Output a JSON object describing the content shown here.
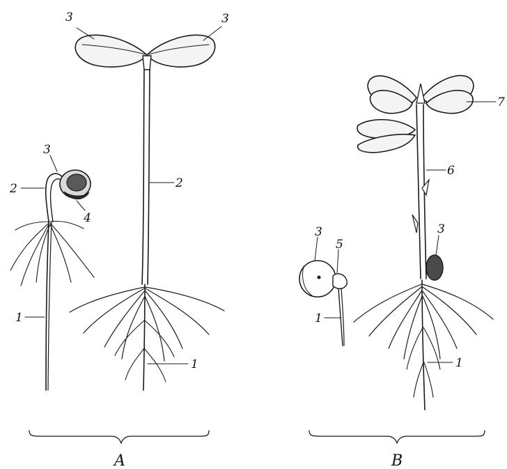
{
  "panels": [
    {
      "caption": "A",
      "labels": {
        "root_young": "1",
        "hypocotyl_young": "2",
        "cotyledon_young": "3",
        "seed_coat": "4",
        "cotyledon_left": "3",
        "cotyledon_right": "3",
        "hypocotyl": "2",
        "root": "1"
      }
    },
    {
      "caption": "B",
      "labels": {
        "cotyledon_seed": "3",
        "bud": "5",
        "root_young": "1",
        "leaf": "7",
        "epicotyl": "6",
        "cotyledon": "3",
        "root": "1"
      }
    }
  ],
  "colors": {
    "ink": "#1a1a1a",
    "leaf_fill": "#f4f4f4",
    "background": "#ffffff"
  }
}
